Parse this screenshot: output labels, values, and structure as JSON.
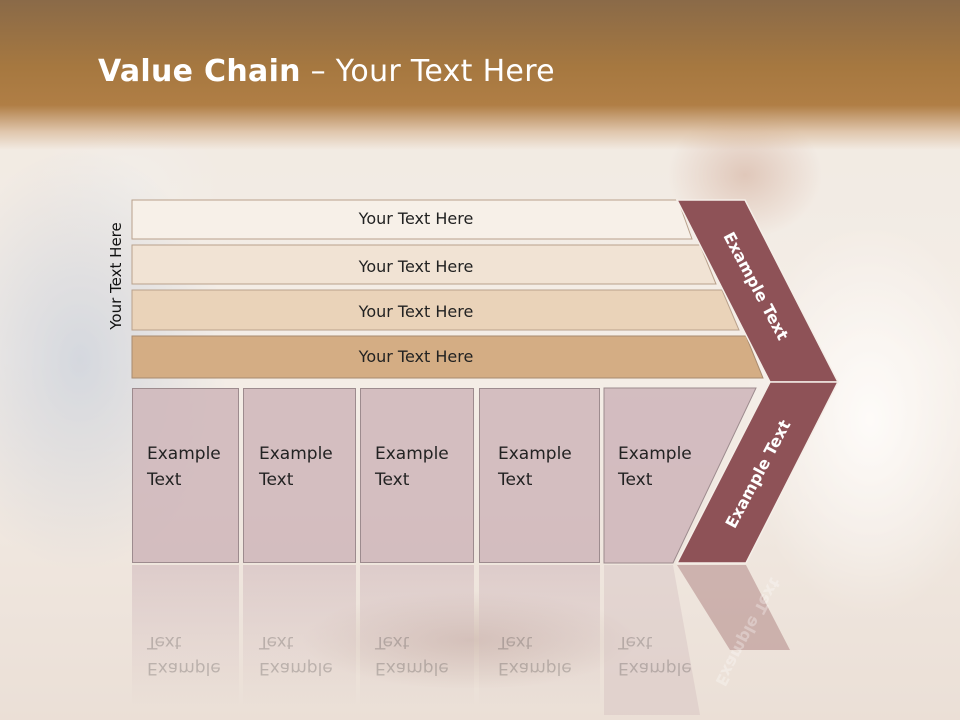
{
  "slide": {
    "title_bold": "Value Chain",
    "title_rest": " – Your Text Here",
    "side_label": "Your Text Here",
    "rows": [
      {
        "label": "Your Text Here",
        "fill": "#f7f0e8"
      },
      {
        "label": "Your Text Here",
        "fill": "#f1e3d4"
      },
      {
        "label": "Your Text Here",
        "fill": "#ead3b9"
      },
      {
        "label": "Your Text Here",
        "fill": "#d4ad84"
      }
    ],
    "boxes": [
      {
        "line1": "Example",
        "line2": "Text"
      },
      {
        "line1": "Example",
        "line2": "Text"
      },
      {
        "line1": "Example",
        "line2": "Text"
      },
      {
        "line1": "Example",
        "line2": "Text"
      },
      {
        "line1": "Example",
        "line2": "Text"
      }
    ],
    "chevron_upper": "Example Text",
    "chevron_lower": "Example Text",
    "chevron_color": "#8e5257",
    "box_color": "#cfb7bb"
  }
}
